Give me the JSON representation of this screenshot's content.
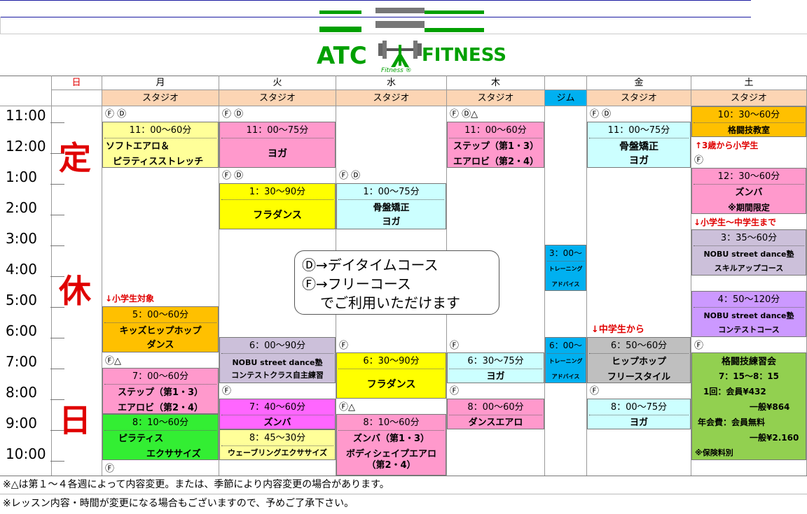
{
  "header": {
    "brand": "ATC",
    "brand_right": "FITNESS",
    "tagline": "Fitness ®"
  },
  "days": [
    "日",
    "月",
    "火",
    "水",
    "木",
    "金",
    "土"
  ],
  "sub": {
    "studio": "スタジオ",
    "gym": "ジム"
  },
  "times": [
    "11:00",
    "12:00",
    "1:00",
    "2:00",
    "3:00",
    "4:00",
    "5:00",
    "6:00",
    "7:00",
    "8:00",
    "9:00",
    "10:00"
  ],
  "closed": [
    "定",
    "休",
    "日"
  ],
  "marks": {
    "fd": "Ⓕ Ⓓ",
    "f": "Ⓕ",
    "fd_tri": "Ⓕ Ⓓ△",
    "f_tri": "Ⓕ△"
  },
  "mon": {
    "c1_time": "11：00〜60分",
    "c1_n1": "ソフトエアロ＆",
    "c1_n2": "ピラティスストレッチ",
    "note": "↓小学生対象",
    "c2_time": "5：00〜60分",
    "c2_n1": "キッズヒップホップ",
    "c2_n2": "ダンス",
    "c3_time": "7：00〜60分",
    "c3_n1": "ステップ（第1・3）",
    "c3_n2": "エアロビ（第2・4）",
    "c4_time": "8：10〜60分",
    "c4_n1": "ピラティス",
    "c4_n2": "エクササイズ"
  },
  "tue": {
    "c1_time": "11：00〜75分",
    "c1_n1": "ヨガ",
    "c2_time": "1：30〜90分",
    "c2_n1": "フラダンス",
    "c3_time": "6：00〜90分",
    "c3_n1": "NOBU street dance塾",
    "c3_n2": "コンテストクラス自主練習",
    "c4_time": "7：40〜60分",
    "c4_n1": "ズンバ",
    "c5_time": "8：45〜30分",
    "c5_n1": "ウェーブリングエクササイズ"
  },
  "wed": {
    "c1_time": "1：00〜75分",
    "c1_n1": "骨盤矯正",
    "c1_n2": "ヨガ",
    "c2_time": "6：30〜90分",
    "c2_n1": "フラダンス",
    "c3_time": "8：10〜60分",
    "c3_n1": "ズンバ（第1・3）",
    "c3_n2": "ボディシェイプエアロ",
    "c3_n3": "（第2・4）"
  },
  "thu": {
    "c1_time": "11：00〜60分",
    "c1_n1": "ステップ（第1・3）",
    "c1_n2": "エアロビ（第2・4）",
    "c2_time": "6：30〜75分",
    "c2_n1": "ヨガ",
    "c3_time": "8：00〜60分",
    "c3_n1": "ダンスエアロ"
  },
  "gym": {
    "c1_time": "3：00〜",
    "c1_n1": "トレーニング",
    "c1_n2": "アドバイス",
    "c2_time": "6：00〜",
    "c2_n1": "トレーニング",
    "c2_n2": "アドバイス"
  },
  "fri": {
    "c1_time": "11：00〜75分",
    "c1_n1": "骨盤矯正",
    "c1_n2": "ヨガ",
    "note": "↓中学生から",
    "c2_time": "6：50〜60分",
    "c2_n1": "ヒップホップ",
    "c2_n2": "フリースタイル",
    "c3_time": "8：00〜75分",
    "c3_n1": "ヨガ"
  },
  "sat": {
    "c1_time": "10：30〜60分",
    "c1_n1": "格闘技教室",
    "note1": "↑3歳から小学生",
    "c2_time": "12：30〜60分",
    "c2_n1": "ズンバ",
    "c2_n2": "※期間限定",
    "note2": "↓小学生〜中学生まで",
    "c3_time": "3：35〜60分",
    "c3_n1": "NOBU street dance塾",
    "c3_n2": "スキルアップコース",
    "c4_time": "4：50〜120分",
    "c4_n1": "NOBU street dance塾",
    "c4_n2": "コンテストコース",
    "c5_title": "格闘技練習会",
    "c5_l1": "7：15〜8：15",
    "c5_l2": "1回：会員¥432",
    "c5_l3": "一般¥864",
    "c5_l4": "年会費：会員無料",
    "c5_l5": "一般¥2.160",
    "c5_l6": "※保険料別"
  },
  "legend": {
    "l1": "Ⓓ→デイタイムコース",
    "l2": "Ⓕ→フリーコース",
    "l3": "でご利用いただけます"
  },
  "footer": {
    "f1": "※△は第１〜４各週によって内容変更。または、季節により内容変更の場合があります。",
    "f2": "※レッスン内容・時間が変更になる場合もございますので、予めご了承下さい。"
  },
  "colors": {
    "yellow_light": "#ffff99",
    "pink": "#ff99cc",
    "cyan": "#ccffff",
    "yellow": "#ffff00",
    "orange": "#ffc000",
    "lavender": "#ccc0da",
    "magenta": "#ff66ff",
    "green": "#66ff33",
    "gym_blue": "#00b0f0",
    "violet": "#cc99ff",
    "lime": "#92d050",
    "grey": "#bfbfbf",
    "peach": "#fcd5b4"
  }
}
